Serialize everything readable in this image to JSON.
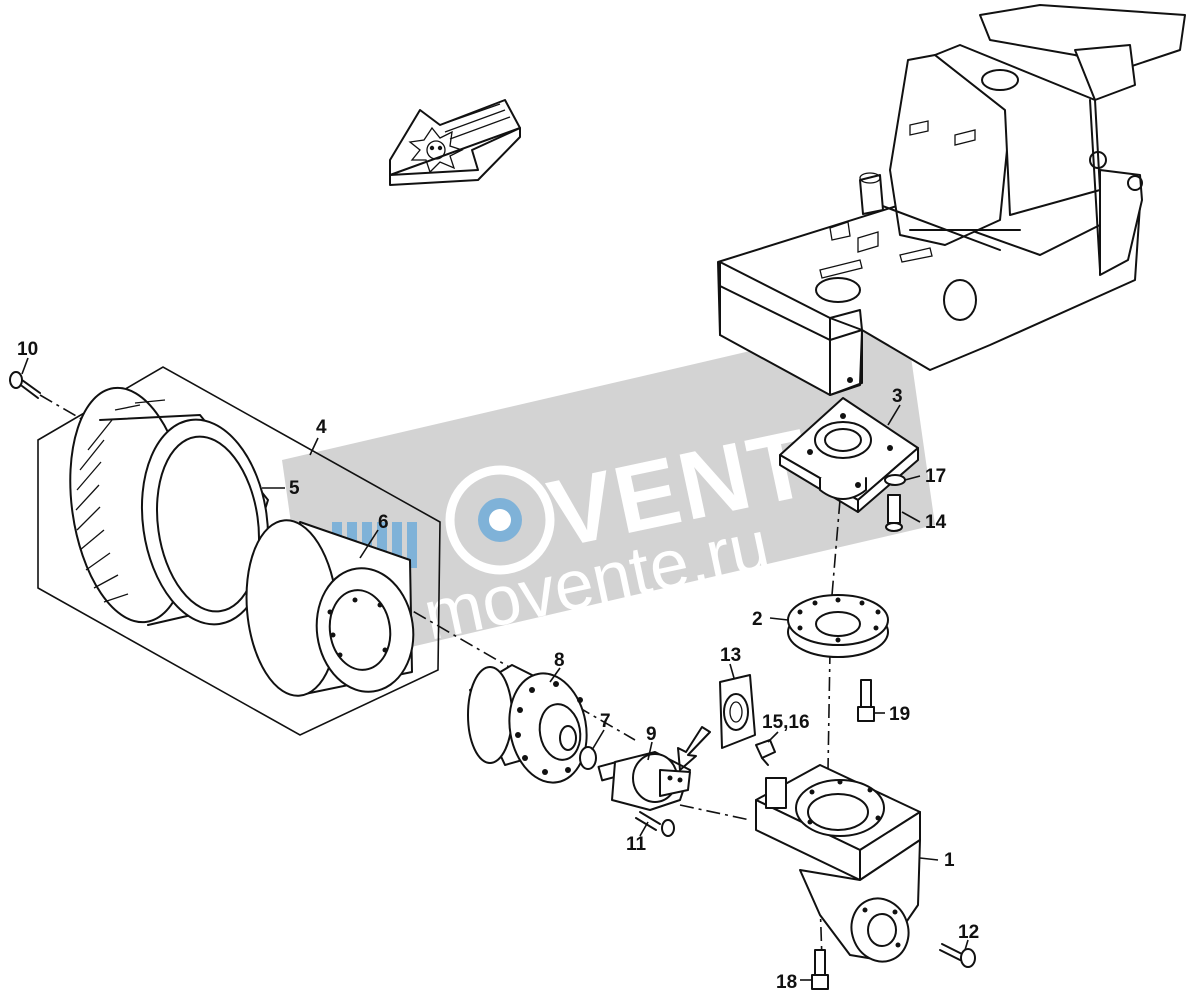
{
  "diagram": {
    "callouts": [
      {
        "id": "c1",
        "text": "1"
      },
      {
        "id": "c2",
        "text": "2"
      },
      {
        "id": "c3",
        "text": "3"
      },
      {
        "id": "c4",
        "text": "4"
      },
      {
        "id": "c5",
        "text": "5"
      },
      {
        "id": "c6",
        "text": "6"
      },
      {
        "id": "c7",
        "text": "7"
      },
      {
        "id": "c8",
        "text": "8"
      },
      {
        "id": "c9",
        "text": "9"
      },
      {
        "id": "c10",
        "text": "10"
      },
      {
        "id": "c11",
        "text": "11"
      },
      {
        "id": "c12",
        "text": "12"
      },
      {
        "id": "c13",
        "text": "13"
      },
      {
        "id": "c14",
        "text": "14"
      },
      {
        "id": "c1516",
        "text": "15,16"
      },
      {
        "id": "c17",
        "text": "17"
      },
      {
        "id": "c18",
        "text": "18"
      },
      {
        "id": "c19",
        "text": "19"
      }
    ]
  },
  "watermark": {
    "brand": "VENTE",
    "domain": "movente.ru",
    "color": "#c9c9c9",
    "accent": "#7fb2d8",
    "icon": "gear-wheel-icon"
  },
  "colors": {
    "ink": "#111111",
    "paper": "#ffffff"
  }
}
